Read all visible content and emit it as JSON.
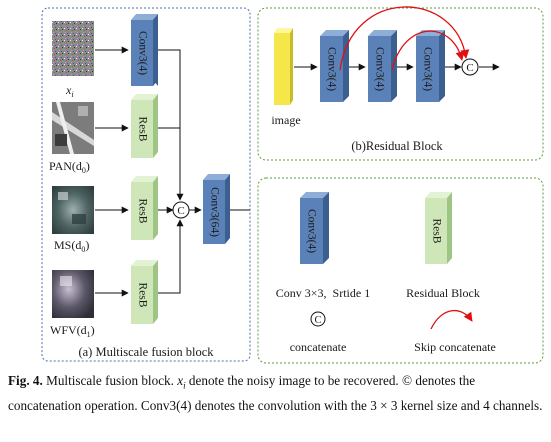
{
  "panel_a": {
    "caption": "(a) Multiscale fusion block",
    "inputs": {
      "noisy": "x",
      "noisy_sub": "i",
      "pan": "PAN(d",
      "pan_sub": "0",
      "ms": "MS(d",
      "ms_sub": "0",
      "wfv": "WFV(d",
      "wfv_sub": "1"
    },
    "blocks": {
      "conv_top": "Conv3(4)",
      "resb_pan": "ResB",
      "resb_ms": "ResB",
      "resb_wfv": "ResB",
      "conv_out": "Conv3(64)"
    },
    "concat_symbol": "C"
  },
  "panel_b": {
    "caption": "(b)Residual Block",
    "input_label": "image",
    "blocks": [
      "Conv3(4)",
      "Conv3(4)",
      "Conv3(4)"
    ],
    "concat_symbol": "C"
  },
  "legend": {
    "conv_block": "Conv3(4)",
    "conv_desc": "Conv 3×3,  Srtide 1",
    "resb_block": "ResB",
    "resb_desc": "Residual Block",
    "concat_symbol": "C",
    "concat_desc": "concatenate",
    "skip_desc": "Skip concatenate"
  },
  "caption": {
    "fig_label": "Fig. 4.",
    "t1": "Multiscale fusion block.",
    "var": "x",
    "var_sub": "i",
    "t2": "denote the noisy image to be recovered.",
    "symbol": "©",
    "t3": "denotes the concatenation operation. Conv3(4) denotes the convolution with the 3 × 3 kernel size and 4 channels."
  },
  "colors": {
    "conv_front": "#5b82b8",
    "conv_side": "#3c5f91",
    "conv_top": "#8eaed8",
    "resb_front": "#cfe6b8",
    "resb_side": "#9fc585",
    "resb_top": "#e3f1d5",
    "panel_a_border": "#4a6db5",
    "panel_bc_border": "#5b9b3c",
    "skip_arrow": "#e01010"
  }
}
